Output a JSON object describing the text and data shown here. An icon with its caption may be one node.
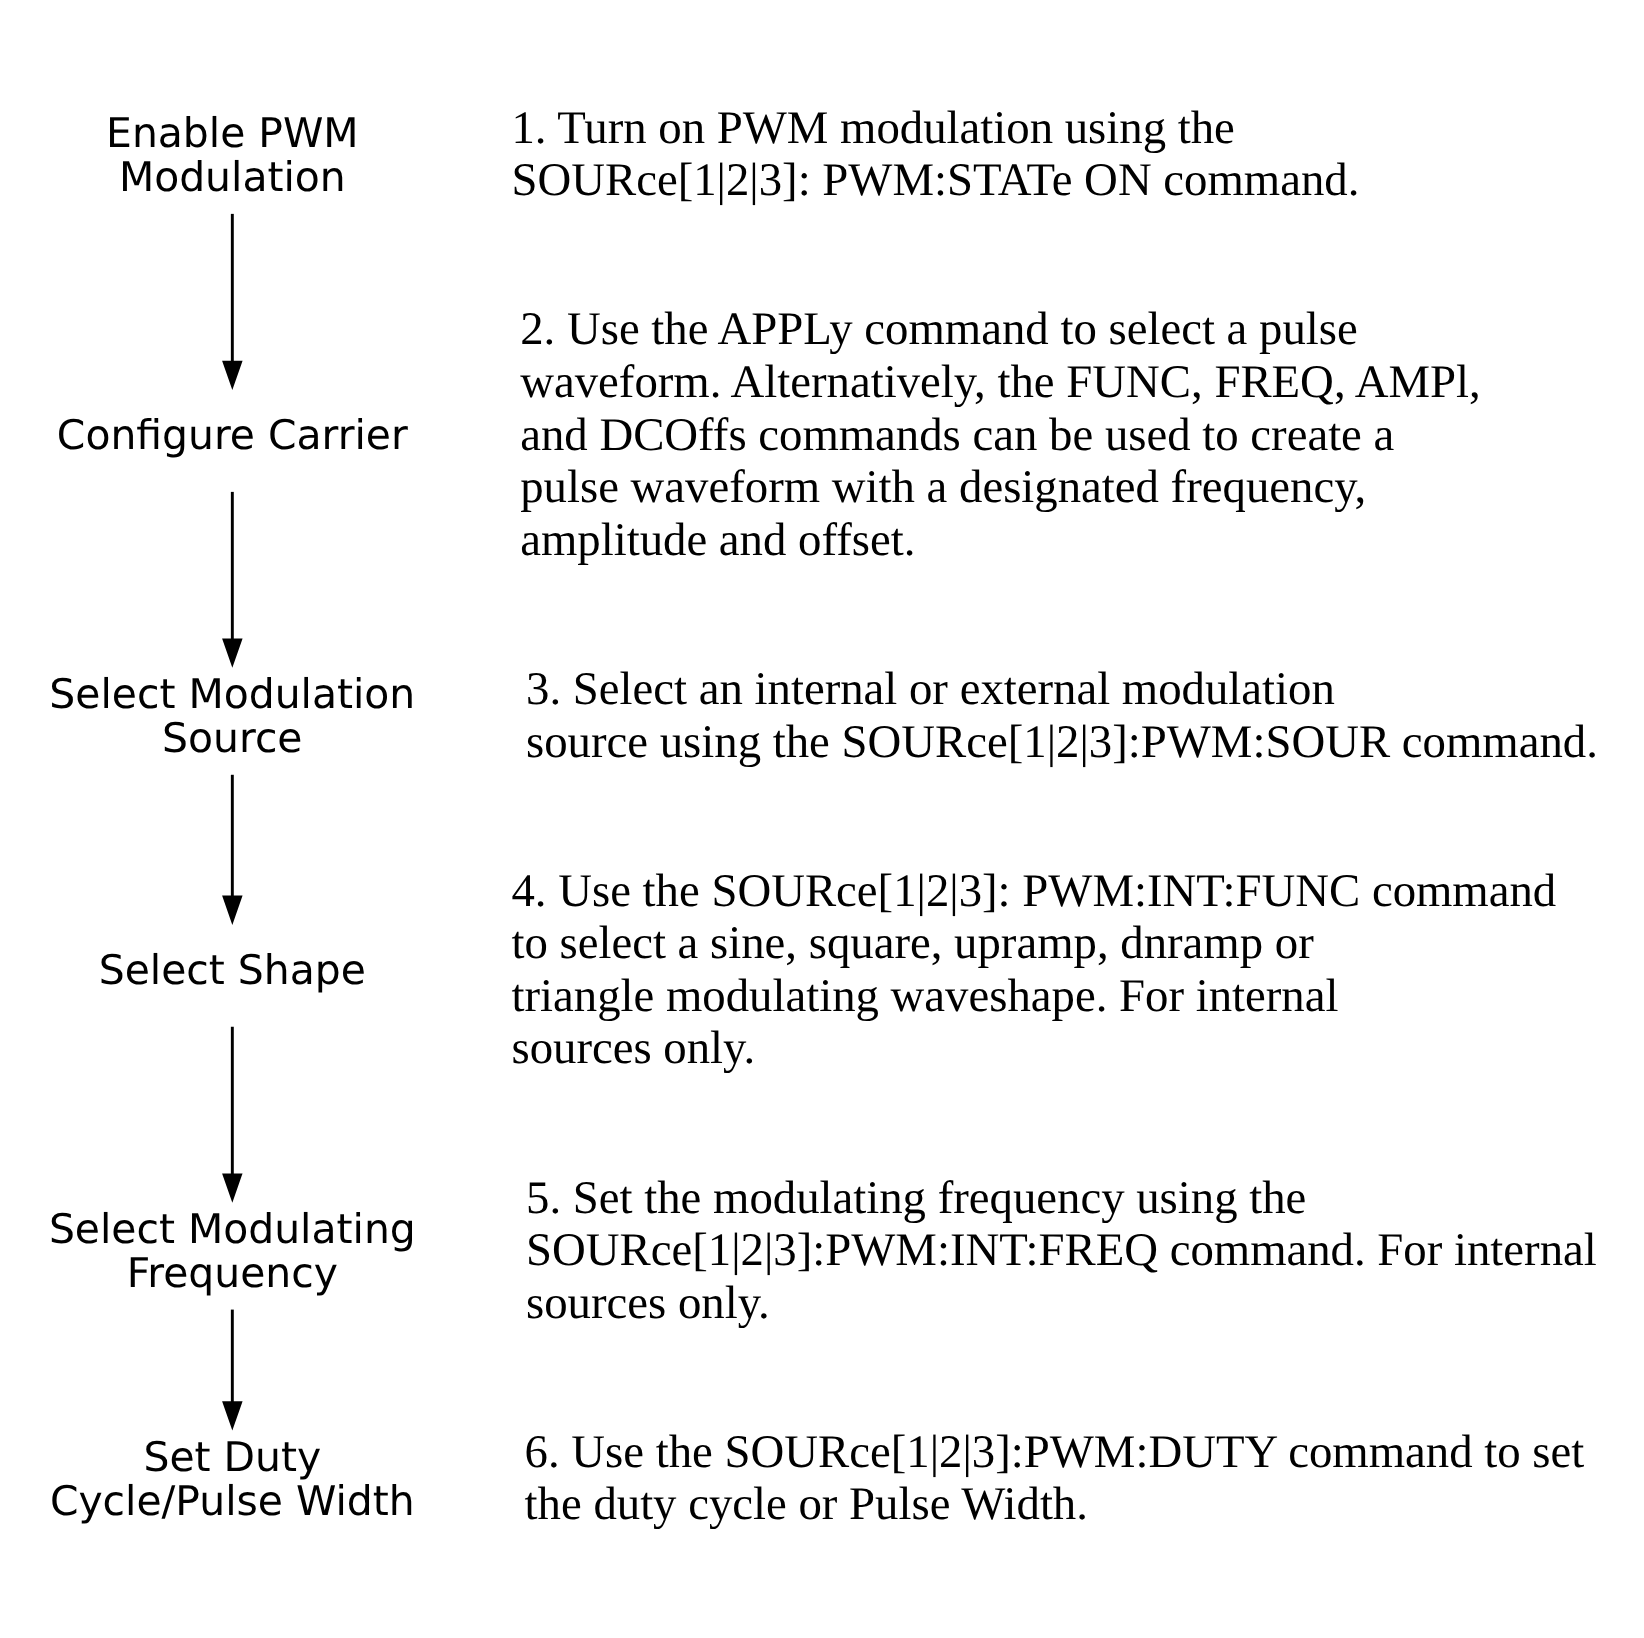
{
  "diagram": {
    "nodes": [
      {
        "text": [
          "Enable PWM Modulation"
        ],
        "beside": [
          "1. Turn on PWM modulation using the SOURce[1|2|3]: PWM:STATe ON command."
        ]
      },
      {
        "text": [
          "Configure Carrier"
        ],
        "beside": [
          "2. Use the APPLy command to select a pulse waveform. Alternatively, the FUNC, FREQ, AMPl, and DCOffs commands can be used to create a pulse waveform with a designated frequency, amplitude and offset."
        ]
      },
      {
        "text": [
          "Select Modulation Source"
        ],
        "beside": [
          "3. Select an internal or external modulation source using the SOURce[1|2|3]:PWM:SOUR command."
        ]
      },
      {
        "text": [
          "Select Shape"
        ],
        "beside": [
          "4. Use the SOURce[1|2|3]: PWM:INT:FUNC command to select a sine, square, upramp, dnramp or triangle modulating waveshape. For internal sources only."
        ]
      },
      {
        "text": [
          "Select Modulating Frequency"
        ],
        "beside": [
          "5. Set the modulating frequency using the SOURce[1|2|3]:PWM:INT:FREQ command. For internal sources only."
        ]
      },
      {
        "text": [
          "Set Duty Cycle/Pulse Width"
        ],
        "beside": [
          "6. Use the SOURce[1|2|3]:PWM:DUTY command to set the duty cycle or Pulse Width."
        ]
      }
    ],
    "edges": [
      {
        "from": 0,
        "to": 1,
        "arrow": "to"
      },
      {
        "from": 1,
        "to": 2,
        "arrow": "to"
      },
      {
        "from": 2,
        "to": 3,
        "arrow": "to"
      },
      {
        "from": 3,
        "to": 4,
        "arrow": "to"
      },
      {
        "from": 4,
        "to": 5,
        "arrow": "to"
      }
    ]
  }
}
